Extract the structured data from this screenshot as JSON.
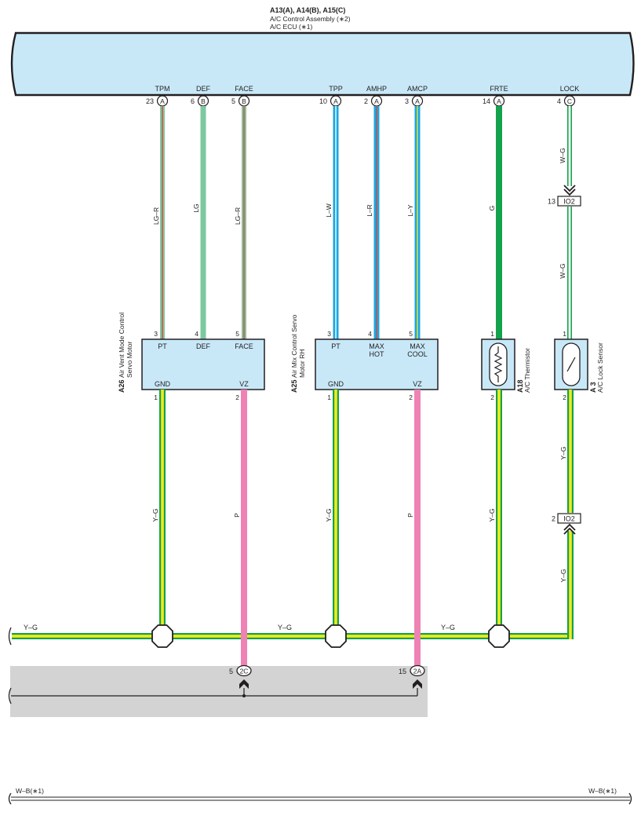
{
  "header": {
    "connectors": "A13(A), A14(B), A15(C)",
    "line2": "A/C Control Assembly (∗2)",
    "line3": "A/C ECU (∗1)"
  },
  "ecu_pins": [
    {
      "name": "TPM",
      "num": "23",
      "conn": "A"
    },
    {
      "name": "DEF",
      "num": "6",
      "conn": "B"
    },
    {
      "name": "FACE",
      "num": "5",
      "conn": "B"
    },
    {
      "name": "TPP",
      "num": "10",
      "conn": "A"
    },
    {
      "name": "AMHP",
      "num": "2",
      "conn": "A"
    },
    {
      "name": "AMCP",
      "num": "3",
      "conn": "A"
    },
    {
      "name": "FRTE",
      "num": "14",
      "conn": "A"
    },
    {
      "name": "LOCK",
      "num": "4",
      "conn": "C"
    }
  ],
  "wire_colors": [
    "LG–R",
    "LG",
    "LG–R",
    "L–W",
    "L–R",
    "L–Y",
    "G",
    "W–G",
    "W–G"
  ],
  "components": {
    "a26": {
      "id": "A26",
      "name_line1": "Air Vent Mode Control",
      "name_line2": "Servo Motor",
      "pins_top": [
        {
          "num": "3",
          "label": "PT"
        },
        {
          "num": "4",
          "label": "DEF"
        },
        {
          "num": "5",
          "label": "FACE"
        }
      ],
      "pins_bottom": [
        {
          "num": "1",
          "label": "GND"
        },
        {
          "num": "2",
          "label": "VZ"
        }
      ]
    },
    "a25": {
      "id": "A25",
      "name_line1": "Air Mix Control Servo",
      "name_line2": "Motor RH",
      "pins_top": [
        {
          "num": "3",
          "label": "PT"
        },
        {
          "num": "4",
          "label": "MAX",
          "label2": "HOT"
        },
        {
          "num": "5",
          "label": "MAX",
          "label2": "COOL"
        }
      ],
      "pins_bottom": [
        {
          "num": "1",
          "label": "GND"
        },
        {
          "num": "2",
          "label": "VZ"
        }
      ]
    },
    "a18": {
      "id": "A18",
      "name": "A/C Thermistor",
      "pin_top": "1",
      "pin_bottom": "2"
    },
    "a3": {
      "id": "A 3",
      "name": "A/C Lock Sensor",
      "pin_top": "1",
      "pin_bottom": "2"
    }
  },
  "lower_wires": [
    "Y–G",
    "P",
    "Y–G",
    "P",
    "Y–G",
    "Y–G",
    "Y–G"
  ],
  "ground_bus": {
    "label1": "Y–G",
    "label2": "Y–G",
    "label3": "Y–G"
  },
  "io2_top": {
    "num": "13",
    "label": "IO2"
  },
  "io2_bottom": {
    "num": "2",
    "label": "IO2"
  },
  "junctions": [
    {
      "num": "5",
      "label": "2C"
    },
    {
      "num": "15",
      "label": "2A"
    }
  ],
  "bottom_wire": {
    "left": "W–B(∗1)",
    "right": "W–B(∗1)"
  },
  "colors": {
    "ecu_fill": "#c8e8f8",
    "lg": "#7dc8a0",
    "red": "#e8403a",
    "blue": "#1ba7e0",
    "green": "#13a24d",
    "yellow": "#f5ea1a",
    "pink": "#ee82b4",
    "gray": "#d3d3d3"
  }
}
